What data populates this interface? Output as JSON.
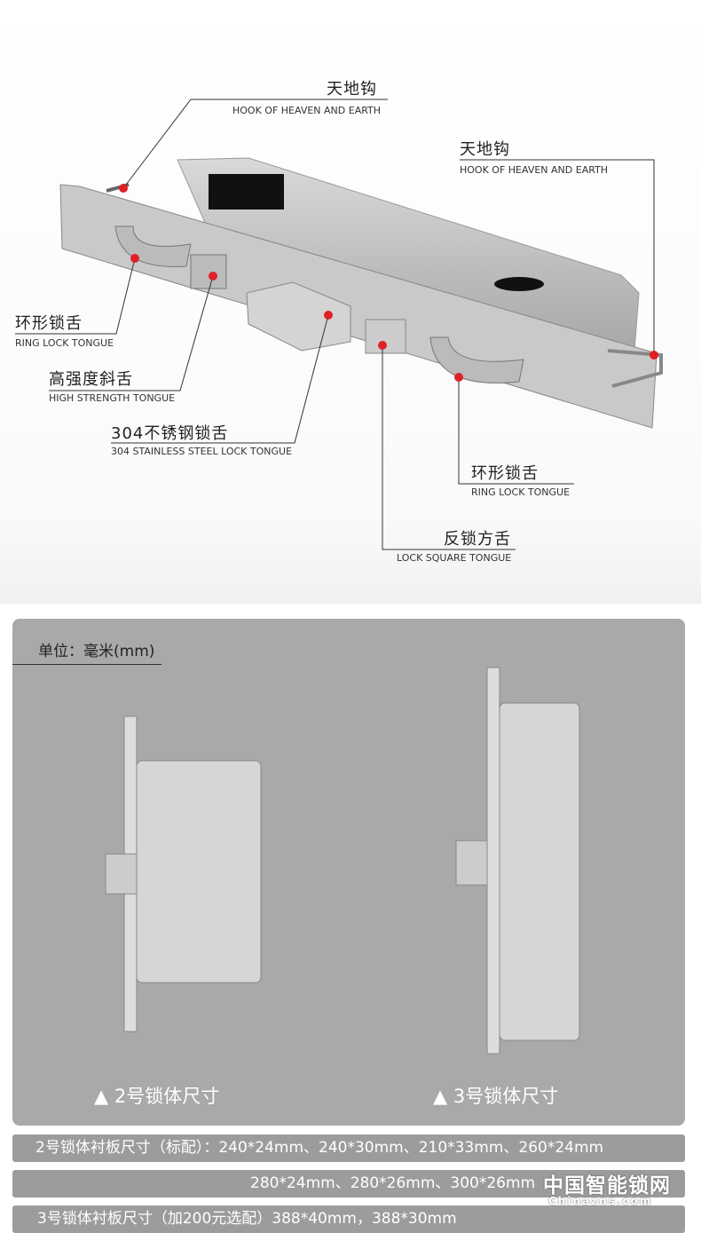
{
  "callouts": [
    {
      "zh": "天地钩",
      "en": "HOOK OF HEAVEN AND EARTH"
    },
    {
      "zh": "天地钩",
      "en": "HOOK OF HEAVEN AND EARTH"
    },
    {
      "zh": "环形锁舌",
      "en": "RING LOCK TONGUE"
    },
    {
      "zh": "高强度斜舌",
      "en": "HIGH STRENGTH TONGUE"
    },
    {
      "zh": "304不锈钢锁舌",
      "en": "304 STAINLESS STEEL LOCK TONGUE"
    },
    {
      "zh": "环形锁舌",
      "en": "RING LOCK TONGUE"
    },
    {
      "zh": "反锁方舌",
      "en": "LOCK SQUARE TONGUE"
    }
  ],
  "colors": {
    "dot": "#e02027",
    "card": "#a9a9a9",
    "bar": "#9c9c9c"
  },
  "sizes": {
    "unit": "单位：毫米(mm)",
    "caption_2": "2号锁体尺寸",
    "caption_3": "3号锁体尺寸",
    "caption_icon": "triangle-up-icon",
    "rows": [
      "2号锁体衬板尺寸（标配）：240*24mm、240*30mm、210*33mm、260*24mm",
      "280*24mm、280*26mm、300*26mm",
      "3号锁体衬板尺寸（加200元选配）388*40mm，388*30mm"
    ]
  },
  "watermark": {
    "title": "中国智能锁网",
    "sub": "Chinazns.com"
  }
}
